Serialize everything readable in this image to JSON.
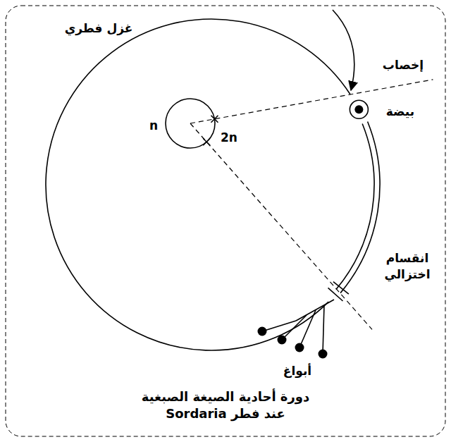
{
  "diagram": {
    "caption": "دورة أحادية الصيغة الصبغية عند فطر Sordaria",
    "labels": [
      "غزل فطري",
      "إخصاب",
      "بيضة",
      "n",
      "2n",
      "انقسام اختزالي",
      "أبواغ"
    ]
  }
}
